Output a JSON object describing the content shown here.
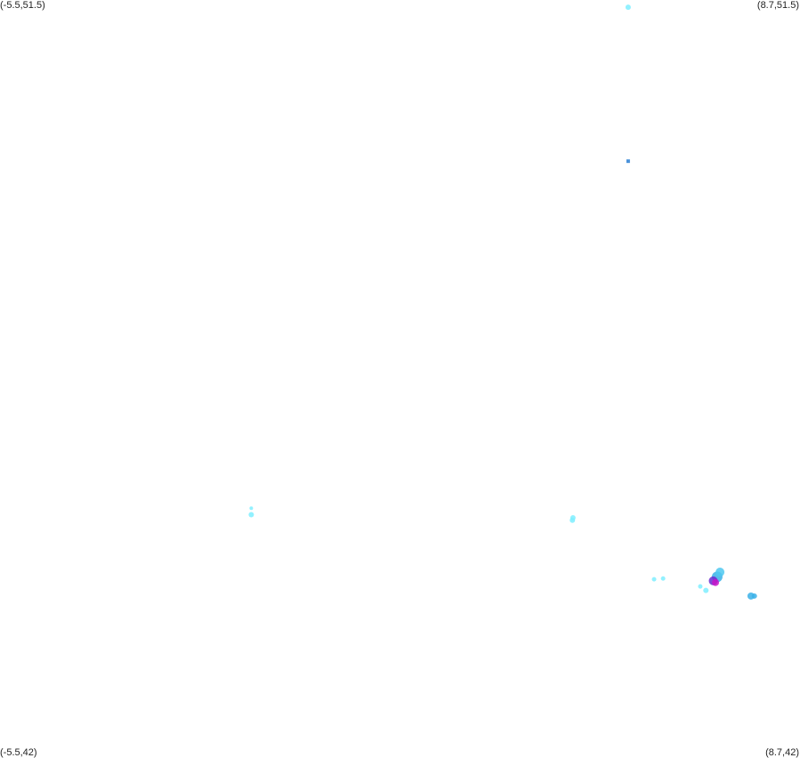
{
  "corners": {
    "top_left": "(-5.5,51.5)",
    "top_right": "(8.7,51.5)",
    "bottom_left": "(-5.5,42)",
    "bottom_right": "(8.7,42)"
  },
  "colors": {
    "light_cyan": "#7fefff",
    "cyan": "#4fc8f0",
    "blue": "#2a7fd4",
    "sky": "#3ab0e8",
    "magenta": "#c814c8",
    "purple": "#6a2ad0"
  },
  "chart_data": {
    "type": "scatter",
    "xlim": [
      -5.5,
      8.7
    ],
    "ylim": [
      42,
      51.5
    ],
    "grid": false,
    "points": [
      {
        "x": 5.65,
        "y": 51.41,
        "r": 3,
        "color": "light_cyan",
        "shape": "circle"
      },
      {
        "x": 5.65,
        "y": 49.48,
        "r": 2,
        "color": "blue",
        "shape": "square"
      },
      {
        "x": -1.04,
        "y": 45.13,
        "r": 2,
        "color": "light_cyan",
        "shape": "circle"
      },
      {
        "x": -1.04,
        "y": 45.05,
        "r": 3,
        "color": "light_cyan",
        "shape": "circle"
      },
      {
        "x": 4.67,
        "y": 45.01,
        "r": 3,
        "color": "light_cyan",
        "shape": "circle"
      },
      {
        "x": 4.66,
        "y": 44.98,
        "r": 3,
        "color": "light_cyan",
        "shape": "circle"
      },
      {
        "x": 6.11,
        "y": 44.24,
        "r": 2.5,
        "color": "light_cyan",
        "shape": "circle"
      },
      {
        "x": 6.27,
        "y": 44.25,
        "r": 2.5,
        "color": "light_cyan",
        "shape": "circle"
      },
      {
        "x": 6.93,
        "y": 44.15,
        "r": 2.5,
        "color": "light_cyan",
        "shape": "circle"
      },
      {
        "x": 7.03,
        "y": 44.1,
        "r": 3,
        "color": "light_cyan",
        "shape": "circle"
      },
      {
        "x": 7.23,
        "y": 44.27,
        "r": 6,
        "color": "sky",
        "shape": "circle"
      },
      {
        "x": 7.28,
        "y": 44.33,
        "r": 5,
        "color": "cyan",
        "shape": "circle"
      },
      {
        "x": 7.16,
        "y": 44.22,
        "r": 5,
        "color": "purple",
        "shape": "circle"
      },
      {
        "x": 7.2,
        "y": 44.2,
        "r": 4,
        "color": "magenta",
        "shape": "circle"
      },
      {
        "x": 7.83,
        "y": 44.03,
        "r": 4,
        "color": "sky",
        "shape": "circle"
      },
      {
        "x": 7.89,
        "y": 44.03,
        "r": 3,
        "color": "sky",
        "shape": "circle"
      }
    ]
  }
}
